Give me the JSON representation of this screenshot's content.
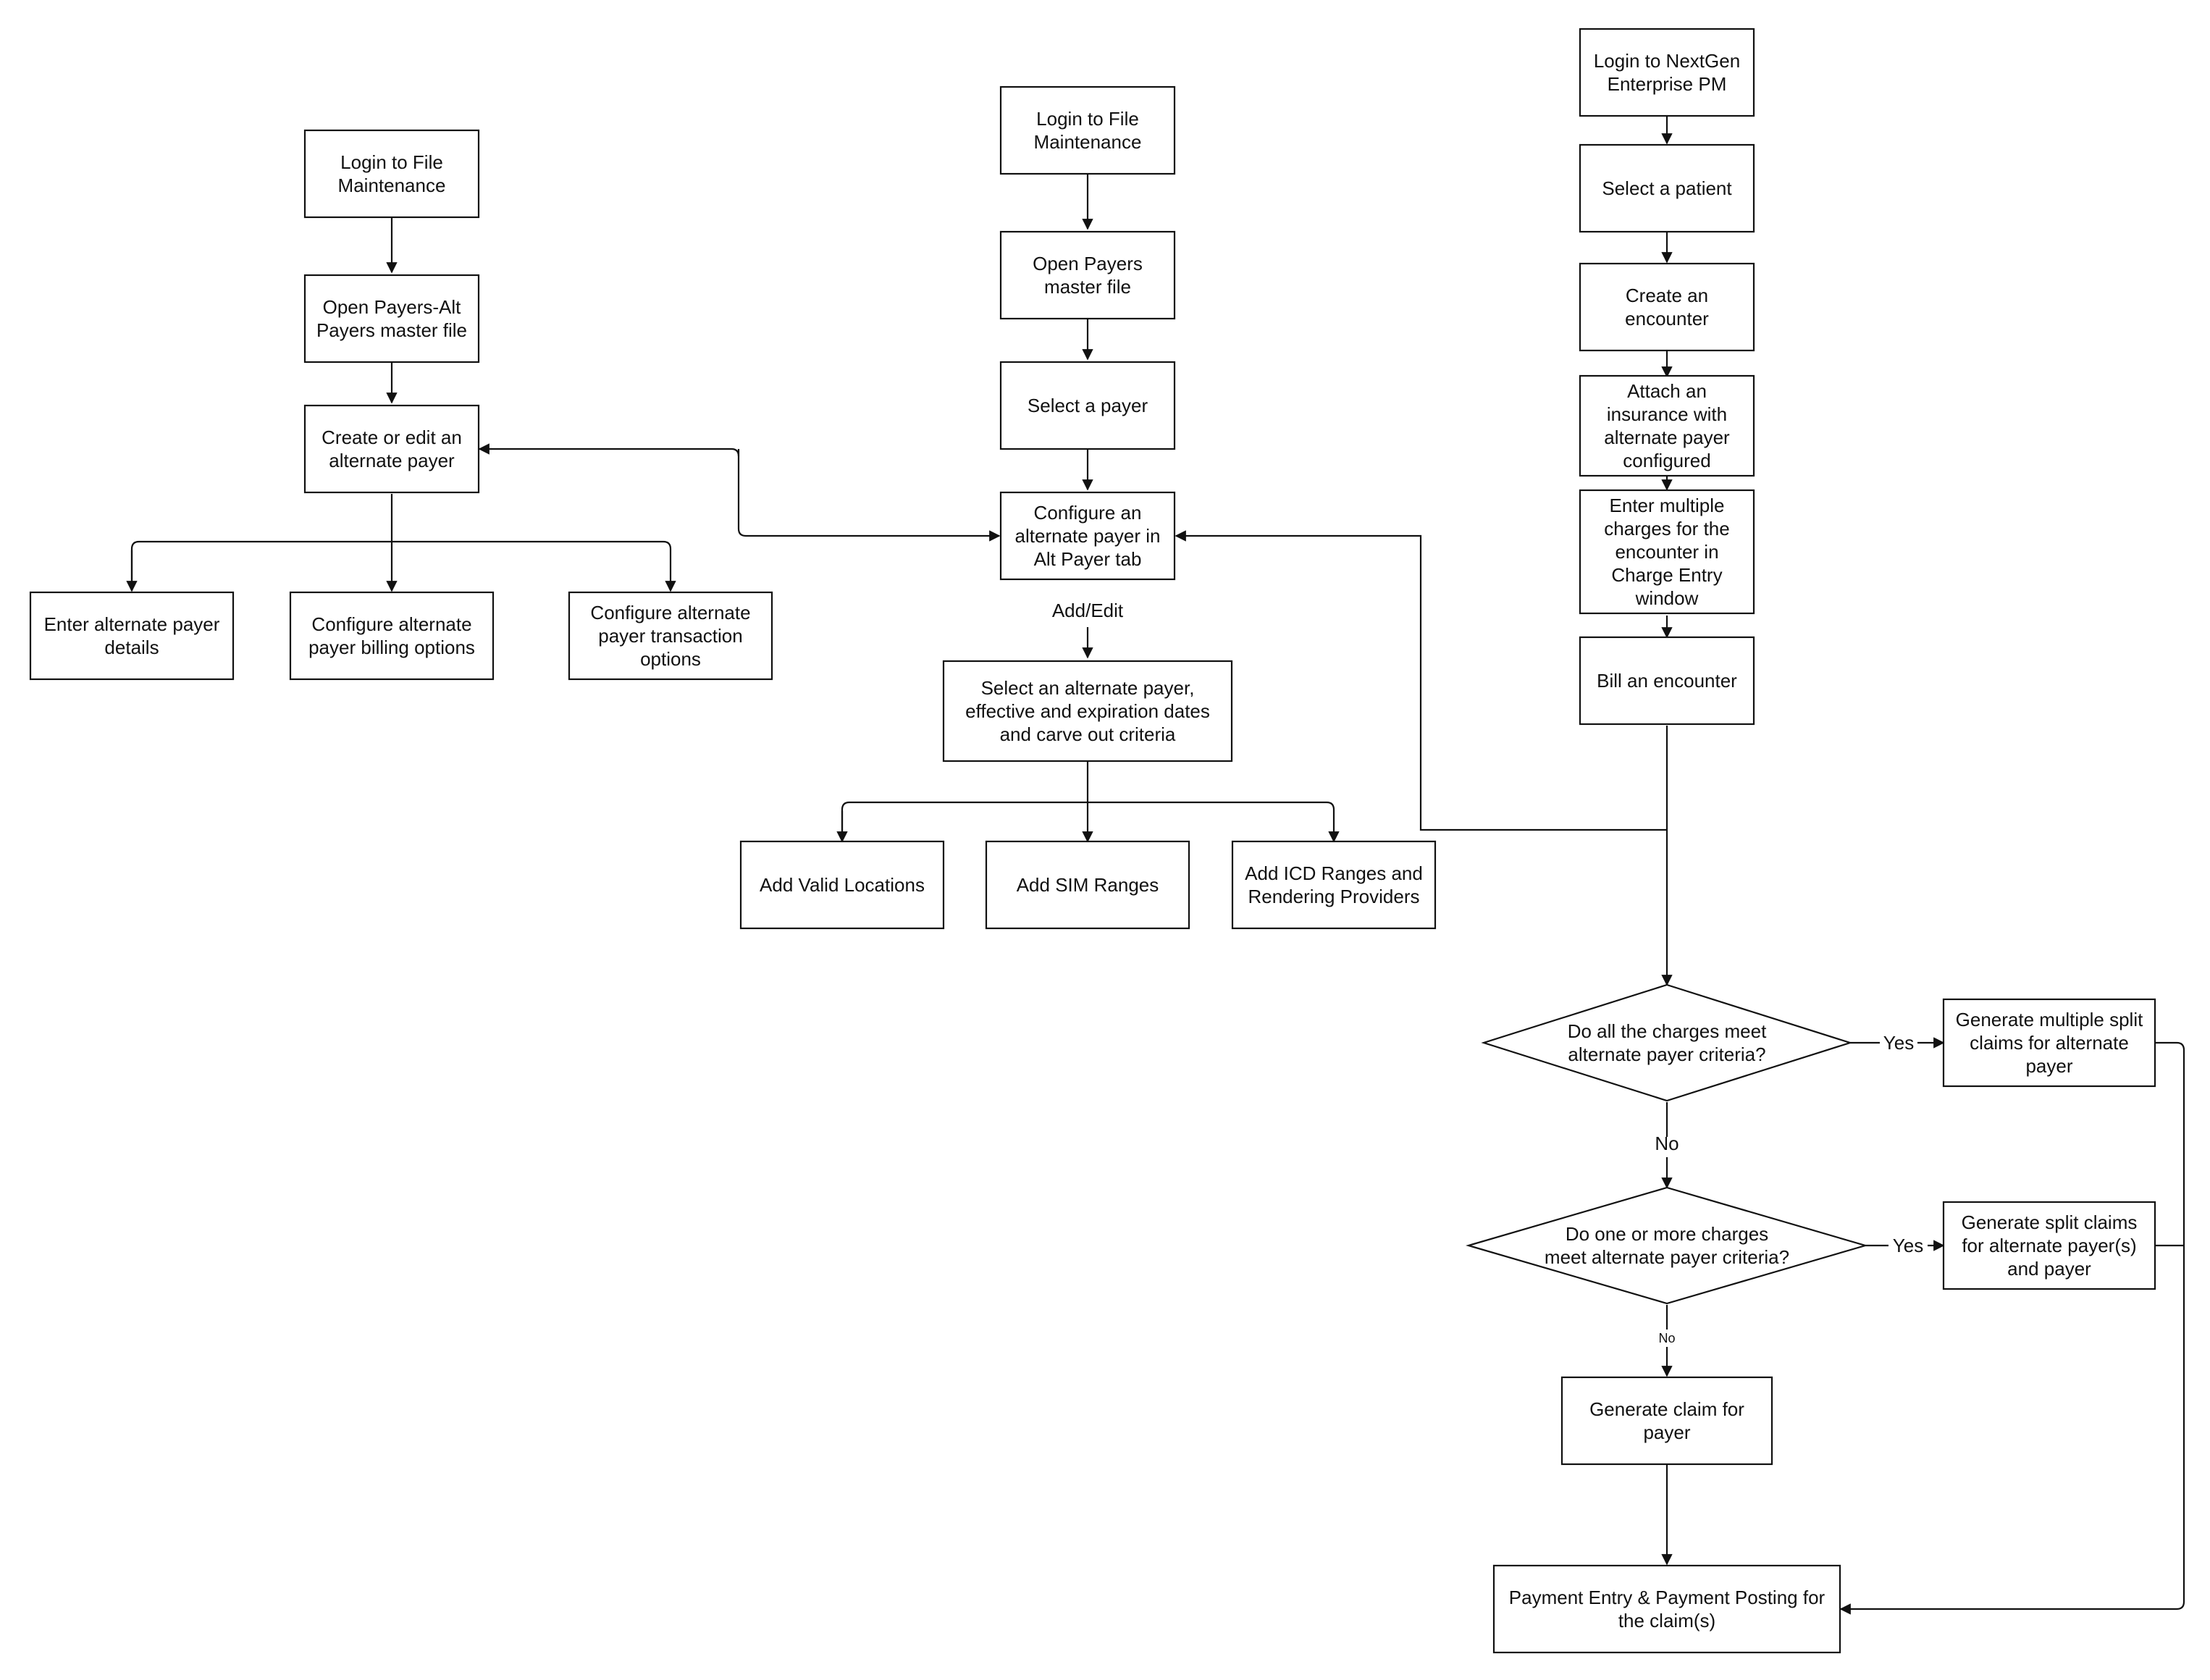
{
  "nodes": {
    "fm_login_left": "Login to File\nMaintenance",
    "open_alt_payers": "Open Payers-Alt\nPayers master file",
    "create_edit_alt_payer": "Create or edit an\nalternate payer",
    "enter_alt_payer_details": "Enter alternate payer\ndetails",
    "config_billing_options": "Configure alternate\npayer billing options",
    "config_transaction_options": "Configure alternate\npayer transaction\noptions",
    "fm_login_mid": "Login to File\nMaintenance",
    "open_payers": "Open Payers\nmaster file",
    "select_payer": "Select a payer",
    "config_alt_payer_tab": "Configure an\nalternate payer in\nAlt Payer tab",
    "select_alt_payer_dates": "Select an alternate payer,\neffective and expiration dates\nand carve out criteria",
    "add_valid_locations": "Add Valid Locations",
    "add_sim_ranges": "Add SIM Ranges",
    "add_icd_ranges": "Add ICD Ranges and\nRendering Providers",
    "login_nextgen": "Login to NextGen\nEnterprise PM",
    "select_patient": "Select a patient",
    "create_encounter": "Create an\nencounter",
    "attach_insurance": "Attach an\ninsurance with\nalternate payer\nconfigured",
    "enter_charges": "Enter multiple\ncharges for the\nencounter in\nCharge Entry\nwindow",
    "bill_encounter": "Bill an encounter",
    "decision_all_charges": "Do all the charges meet\nalternate payer criteria?",
    "decision_some_charges": "Do one or more charges\nmeet alternate payer criteria?",
    "gen_multiple_split": "Generate multiple split\nclaims for alternate\npayer",
    "gen_split_claims": "Generate split claims\nfor alternate payer(s)\nand payer",
    "gen_claim_payer": "Generate claim for\npayer",
    "payment_entry": "Payment Entry & Payment Posting for\nthe claim(s)"
  },
  "edge_labels": {
    "add_edit": "Add/Edit",
    "yes_all": "Yes",
    "no_all": "No",
    "yes_some": "Yes",
    "no_some": "No"
  }
}
